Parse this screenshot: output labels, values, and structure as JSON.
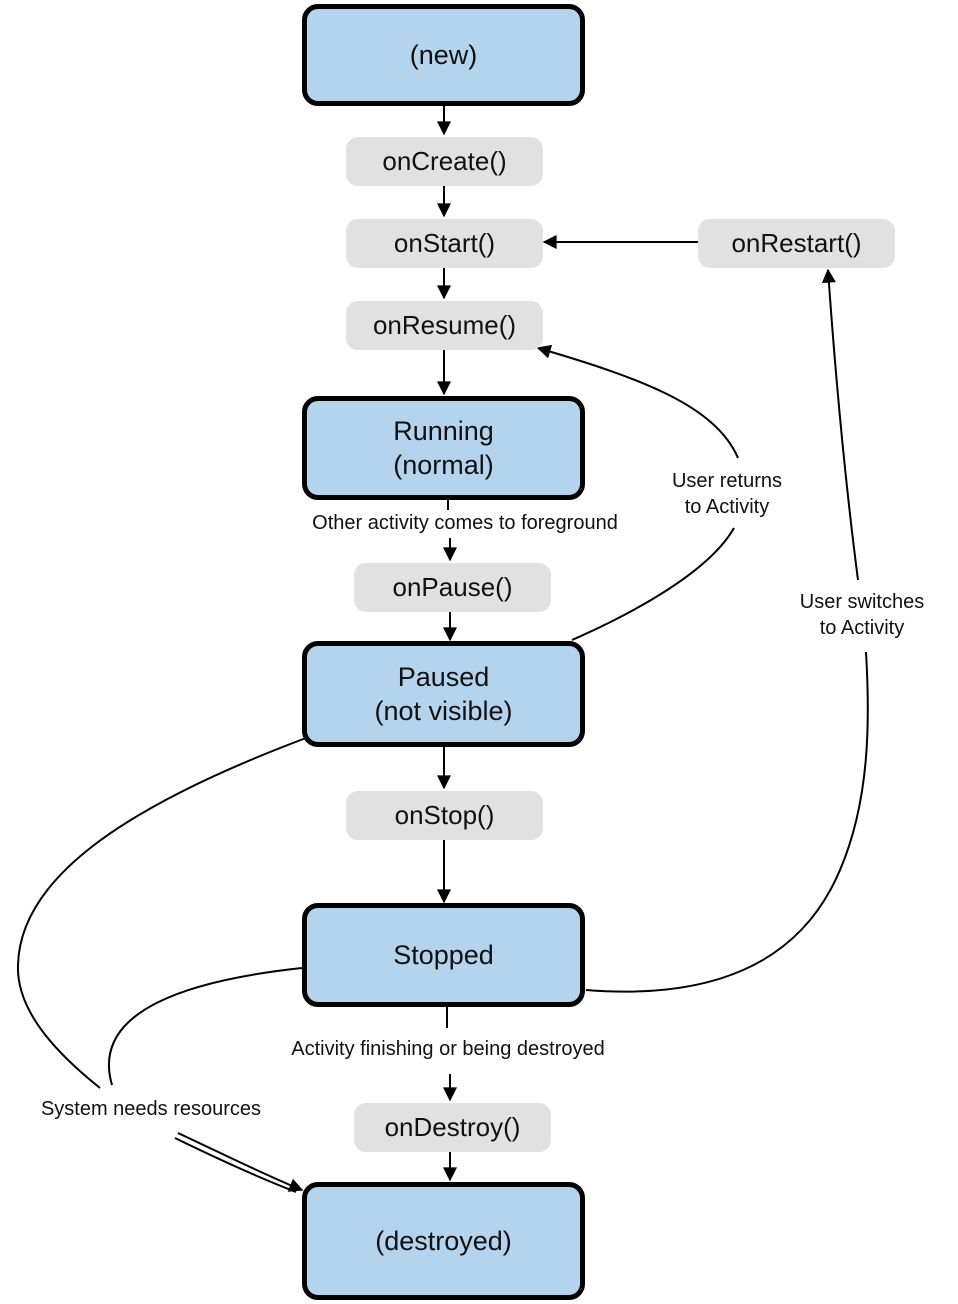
{
  "states": {
    "new": [
      "(new)"
    ],
    "running": [
      "Running",
      "(normal)"
    ],
    "paused": [
      "Paused",
      "(not visible)"
    ],
    "stopped": [
      "Stopped"
    ],
    "destroyed": [
      "(destroyed)"
    ]
  },
  "callbacks": {
    "on_create": "onCreate()",
    "on_start": "onStart()",
    "on_restart": "onRestart()",
    "on_resume": "onResume()",
    "on_pause": "onPause()",
    "on_stop": "onStop()",
    "on_destroy": "onDestroy()"
  },
  "transition_labels": {
    "other_activity": "Other activity comes to foreground",
    "user_returns": [
      "User returns",
      "to Activity"
    ],
    "user_switches": [
      "User switches",
      "to Activity"
    ],
    "finishing": "Activity finishing or being destroyed",
    "system_needs": "System needs resources"
  }
}
